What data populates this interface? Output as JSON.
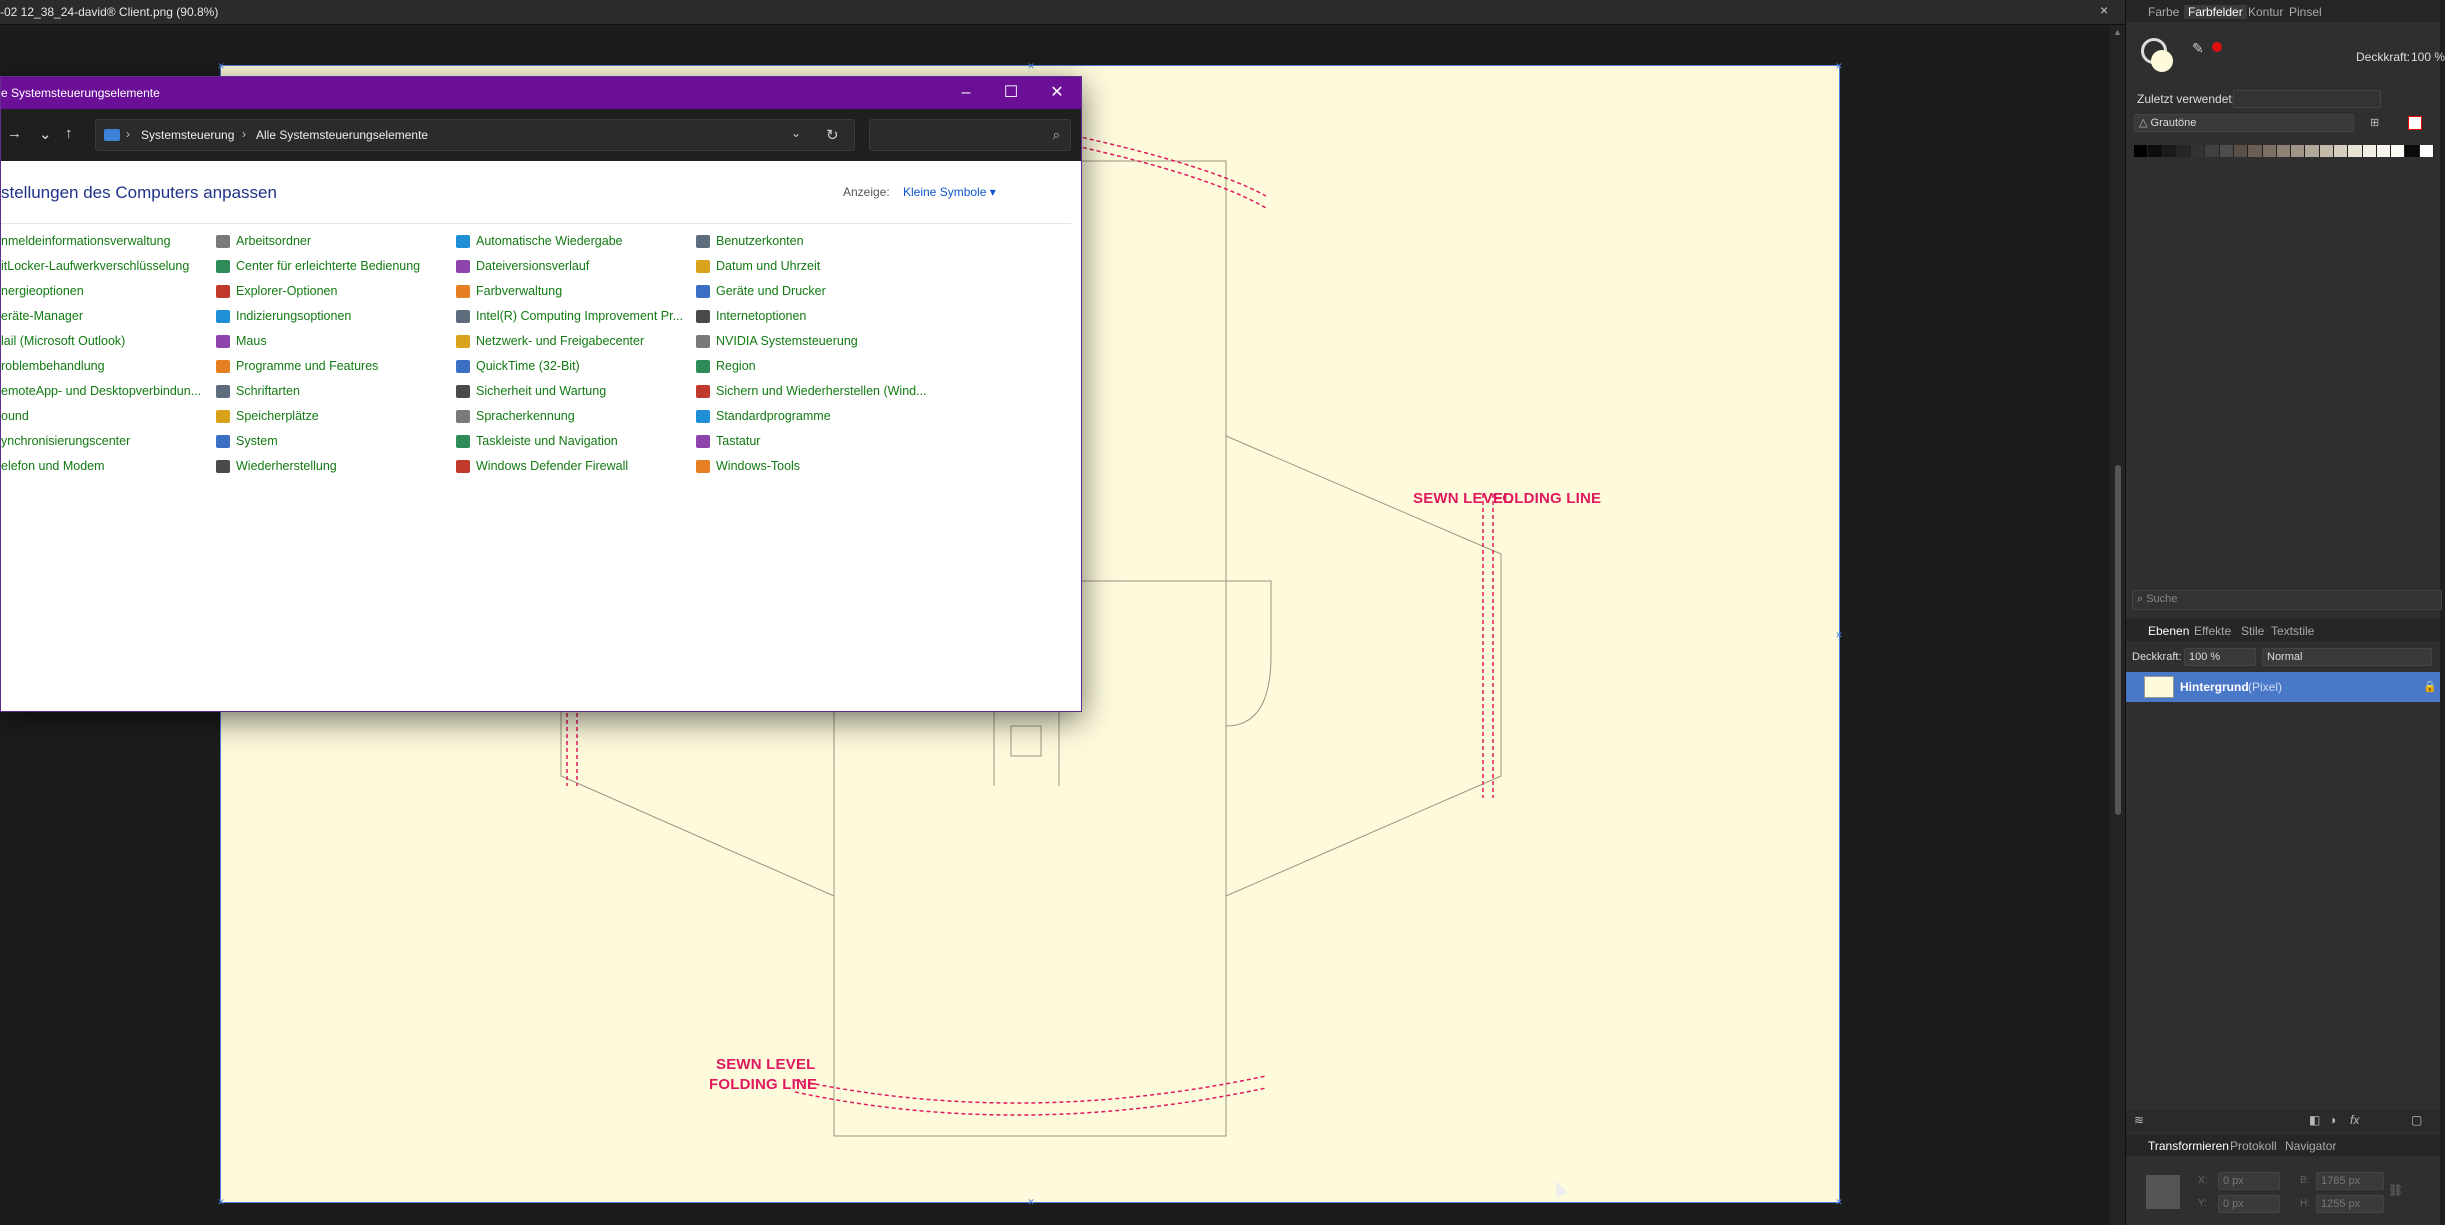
{
  "document": {
    "title": "-02 12_38_24-david® Client.png (90.8%)",
    "close_glyph": "×"
  },
  "canvas": {
    "label_sewn_right": "SEWN LEVEL",
    "label_folding_right": "FOLDING LINE",
    "label_sewn_bottom": "SEWN LEVEL",
    "label_folding_bottom": "FOLDING LINE"
  },
  "explorer": {
    "title": "e Systemsteuerungselemente",
    "controls": {
      "minimize": "–",
      "maximize": "☐",
      "close": "✕"
    },
    "nav": {
      "forward": "→",
      "recent": "⌄",
      "up": "↑"
    },
    "breadcrumb": [
      "Systemsteuerung",
      "Alle Systemsteuerungselemente"
    ],
    "breadcrumb_sep": "›",
    "address_dropdown": "⌄",
    "refresh": "↻",
    "search_placeholder": "",
    "search_icon": "⌕",
    "heading": "stellungen des Computers anpassen",
    "view_label": "Anzeige:",
    "view_value": "Kleine Symbole ▾",
    "columns": [
      [
        "nmeldeinformationsverwaltung",
        "itLocker-Laufwerkverschlüsselung",
        "nergieoptionen",
        "eräte-Manager",
        "lail (Microsoft Outlook)",
        "roblembehandlung",
        "emoteApp- und Desktopverbindun...",
        "ound",
        "ynchronisierungscenter",
        "elefon und Modem"
      ],
      [
        "Arbeitsordner",
        "Center für erleichterte Bedienung",
        "Explorer-Optionen",
        "Indizierungsoptionen",
        "Maus",
        "Programme und Features",
        "Schriftarten",
        "Speicherplätze",
        "System",
        "Wiederherstellung"
      ],
      [
        "Automatische Wiedergabe",
        "Dateiversionsverlauf",
        "Farbverwaltung",
        "Intel(R) Computing Improvement Pr...",
        "Netzwerk- und Freigabecenter",
        "QuickTime (32-Bit)",
        "Sicherheit und Wartung",
        "Spracherkennung",
        "Taskleiste und Navigation",
        "Windows Defender Firewall"
      ],
      [
        "Benutzerkonten",
        "Datum und Uhrzeit",
        "Geräte und Drucker",
        "Internetoptionen",
        "NVIDIA Systemsteuerung",
        "Region",
        "Sichern und Wiederherstellen (Wind...",
        "Standardprogramme",
        "Tastatur",
        "Windows-Tools"
      ]
    ],
    "icon_colors": [
      "#d9a21b",
      "#3b6fc4",
      "#4a4a4a",
      "#7a7a7a",
      "#2e8b57",
      "#c0392b",
      "#1f8fd6",
      "#8e44ad",
      "#e67e22",
      "#5d6d7e"
    ]
  },
  "panel": {
    "top_tabs": [
      "Farbe",
      "Farbfelder",
      "Kontur",
      "Pinsel"
    ],
    "opacity_label": "Deckkraft:",
    "opacity_value": "100 %",
    "recent_label": "Zuletzt verwendet:",
    "palette_name": "Grautöne",
    "search_placeholder": "Suche",
    "layer_tabs": [
      "Ebenen",
      "Effekte",
      "Stile",
      "Textstile"
    ],
    "layer_opacity_label": "Deckkraft:",
    "layer_opacity_value": "100 %",
    "blend_mode": "Normal",
    "layer_name": "Hintergrund",
    "layer_type": "(Pixel)",
    "bottom_tabs": [
      "Transformieren",
      "Protokoll",
      "Navigator"
    ],
    "tx_x_label": "X:",
    "tx_x": "0 px",
    "tx_y_label": "Y:",
    "tx_y": "0 px",
    "tx_w_label": "B:",
    "tx_w": "1785 px",
    "tx_h_label": "H:",
    "tx_h": "1255 px",
    "swatch_colors": [
      "#000000",
      "#0d0d0d",
      "#1a1a1a",
      "#262626",
      "#333333",
      "#404040",
      "#4d4d4d",
      "#5a5048",
      "#6b5f55",
      "#7c7064",
      "#8e8275",
      "#a09586",
      "#b2a898",
      "#c4bbab",
      "#d6cfbf",
      "#e8e2d3",
      "#f1eee5",
      "#f7f5ee",
      "#fbfaf5",
      "#0a0a0a",
      "#fefefe"
    ]
  }
}
